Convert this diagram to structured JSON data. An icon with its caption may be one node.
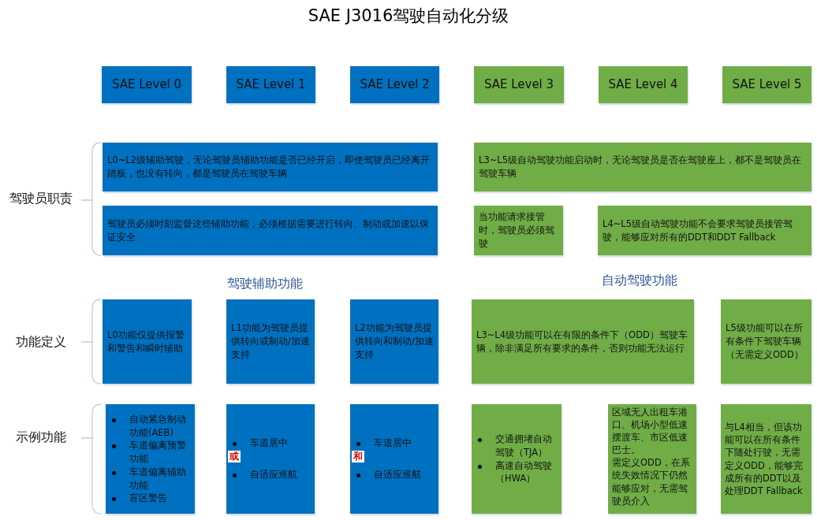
{
  "diagram": {
    "title": "SAE J3016驾驶自动化分级",
    "nodes": [
      {
        "text": [
          "SAE Level 0"
        ]
      },
      {
        "text": [
          "SAE Level 1"
        ]
      },
      {
        "text": [
          "SAE Level 2"
        ]
      },
      {
        "text": [
          "SAE Level 3"
        ]
      },
      {
        "text": [
          "SAE Level 4"
        ]
      },
      {
        "text": [
          "SAE Level 5"
        ]
      },
      {
        "text": [
          "L0~L2级辅助驾驶，无论驾驶员辅助功能是否已经开启，即使驾驶员已经离开踏板，也没有转向，都是驾驶员在驾驶车辆"
        ]
      },
      {
        "text": [
          "L3~L5级自动驾驶功能启动时，无论驾驶员是否在驾驶座上，都不是驾驶员在驾驶车辆"
        ]
      },
      {
        "text": [
          "驾驶员必须时刻监督这些辅助功能，必须根据需要进行转向、制动或加速以保证安全"
        ]
      },
      {
        "text": [
          "当功能请求接管时，驾驶员必须驾驶"
        ]
      },
      {
        "text": [
          "L4~L5级自动驾驶功能不会要求驾驶员接管驾驶，能够应对所有的DDT和DDT Fallback"
        ]
      },
      {
        "text": [
          "L0功能仅提供报警和警告和瞬时辅助"
        ]
      },
      {
        "text": [
          "L1功能为驾驶员提供转向或制动/加速支持"
        ]
      },
      {
        "text": [
          "L2功能为驾驶员提供转向和制动/加速支持"
        ]
      },
      {
        "text": [
          "L3~L4级功能可以在有限的条件下（ODD）驾驶车辆，除非满足所有要求的条件，否则功能无法运行"
        ]
      },
      {
        "text": [
          "L5级功能可以在所有条件下驾驶车辆（无需定义ODD）"
        ]
      },
      {
        "text": [
          "自动紧急制动功能(AEB)",
          "车道偏离预警功能",
          "车道偏离辅助功能",
          "盲区警告"
        ]
      },
      {
        "text": [
          "车道居中",
          "或",
          "自适应巡航"
        ]
      },
      {
        "text": [
          "车道居中",
          "和",
          "自适应巡航"
        ]
      },
      {
        "text": [
          "交通拥堵自动驾驶（TJA）",
          "高速自动驾驶（HWA）"
        ]
      },
      {
        "text": [
          "区域无人出租车港口、机场小型低速摆渡车、市区低速巴士。",
          "需定义ODD，在系统失效情况下仍然能够应对，无需驾驶员介入"
        ]
      },
      {
        "text": [
          "与L4相当，但该功能可以在所有条件下随处行驶，无需定义ODD，能够完成所有的DDT以及处理DDT Fallback"
        ]
      }
    ],
    "labels": [
      "驾驶员职责",
      "驾驶辅助功能",
      "自动驾驶功能",
      "功能定义",
      "示例功能"
    ]
  }
}
